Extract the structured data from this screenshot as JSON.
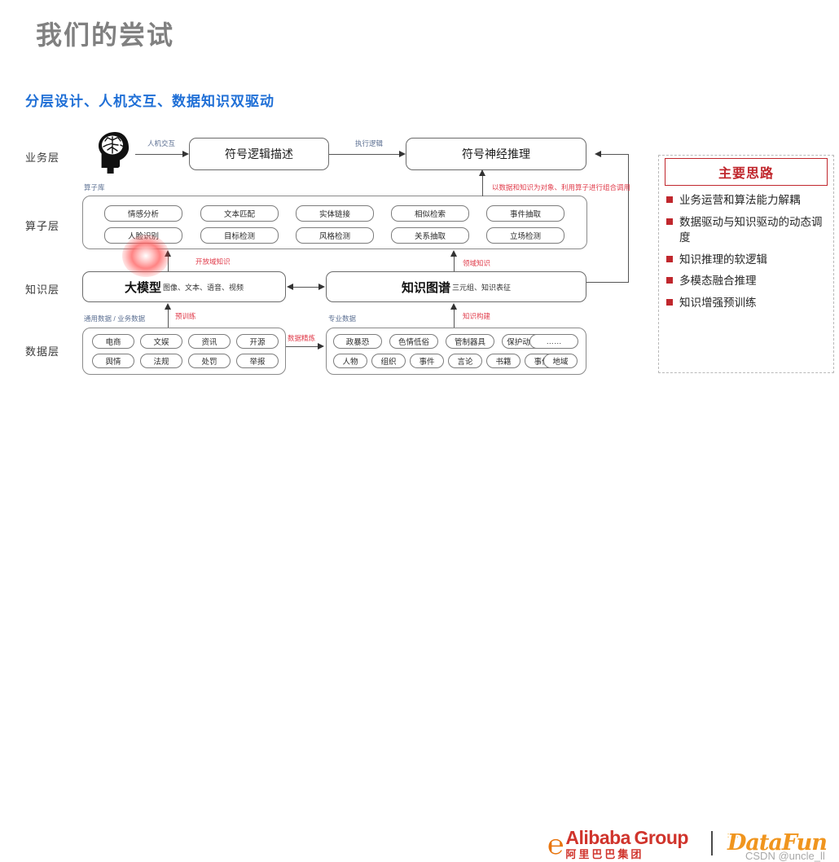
{
  "slide": {
    "title": "我们的尝试",
    "subtitle": "分层设计、人机交互、数据知识双驱动"
  },
  "layers": [
    {
      "id": "business",
      "label": "业务层"
    },
    {
      "id": "operator",
      "label": "算子层"
    },
    {
      "id": "knowledge",
      "label": "知识层"
    },
    {
      "id": "data",
      "label": "数据层"
    }
  ],
  "business_layer": {
    "actor_icon": "brain-head-icon",
    "edge_human_interaction": "人机交互",
    "symbolic_logic_box": "符号逻辑描述",
    "edge_execute_logic": "执行逻辑",
    "neural_reasoning_box": "符号神经推理"
  },
  "operator_layer": {
    "group_label": "算子库",
    "feedback_note": "以数据和知识为对象、利用算子进行组合调用",
    "operators_row1": [
      "情感分析",
      "文本匹配",
      "实体链接",
      "相似检索",
      "事件抽取"
    ],
    "operators_row2": [
      "人脸识别",
      "目标检测",
      "风格检测",
      "关系抽取",
      "立场检测"
    ]
  },
  "knowledge_layer": {
    "edge_open_domain": "开放域知识",
    "edge_domain": "领域知识",
    "big_model_title": "大模型",
    "big_model_sub": "图像、文本、语音、视频",
    "kg_title": "知识图谱",
    "kg_sub": "三元组、知识表征",
    "edge_pretrain": "预训练",
    "edge_kg_build": "知识构建"
  },
  "data_layer": {
    "left_group_label": "通用数据 / 业务数据",
    "right_group_label": "专业数据",
    "edge_refine": "数据精炼",
    "left_row1": [
      "电商",
      "文娱",
      "资讯",
      "开源"
    ],
    "left_row2": [
      "舆情",
      "法规",
      "处罚",
      "举报"
    ],
    "right_row1": [
      "政暴恐",
      "色情低俗",
      "管制器具",
      "保护动植物",
      "……"
    ],
    "right_row2": [
      "人物",
      "组织",
      "事件",
      "言论",
      "书籍",
      "事件",
      "地域"
    ]
  },
  "panel": {
    "heading": "主要思路",
    "items": [
      "业务运营和算法能力解耦",
      "数据驱动与知识驱动的动态调度",
      "知识推理的软逻辑",
      "多模态融合推理",
      "知识增强预训练"
    ]
  },
  "footer": {
    "alibaba_en": "Alibaba",
    "alibaba_group": "Group",
    "alibaba_cn": "阿里巴巴集团",
    "datafun": "DataFun",
    "watermark": "CSDN @uncle_ll"
  },
  "colors": {
    "title_gray": "#808080",
    "subtitle_blue": "#1f6fd6",
    "accent_red": "#c0272d",
    "edge_red": "#e03b4a",
    "edge_blue": "#5b6f92",
    "brand_orange": "#f0951e"
  }
}
